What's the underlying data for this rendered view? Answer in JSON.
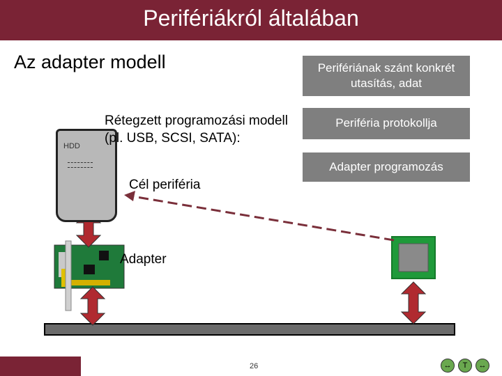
{
  "header": {
    "title": "Perifériákról általában"
  },
  "slide": {
    "subtitle": "Az adapter modell",
    "box1": "Perifériának szánt konkrét utasítás, adat",
    "box2": "Periféria protokollja",
    "box3": "Adapter programozás",
    "layered_label": "Rétegzett programozási modell (pl. USB, SCSI, SATA):",
    "target_label": "Cél periféria",
    "adapter_label": "Adapter",
    "hdd_label": "HDD"
  },
  "footer": {
    "page_number": "26",
    "nav": [
      "↔",
      "T",
      "↔"
    ]
  },
  "colors": {
    "header": "#7a2335",
    "box": "#7f7f7f",
    "arrow": "#a33338",
    "dash": "#7a2f3a",
    "board": "#2e8b57"
  }
}
